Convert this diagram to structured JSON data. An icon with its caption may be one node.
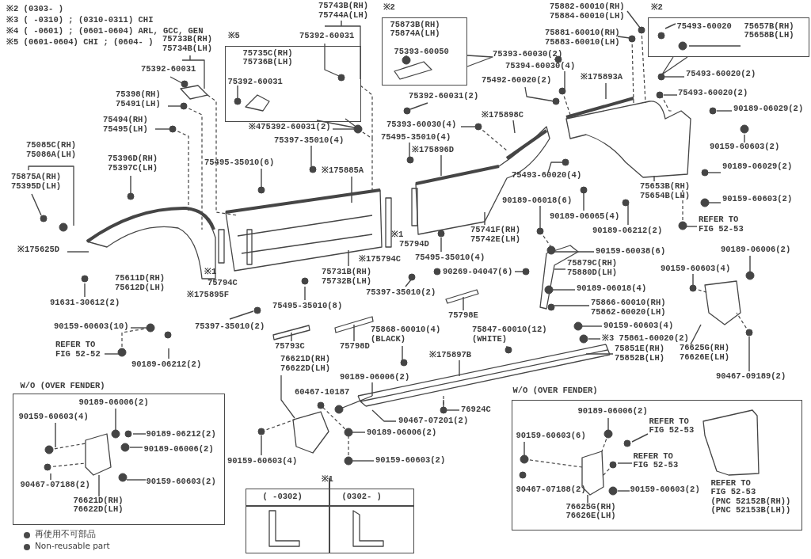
{
  "diagram": {
    "nodes": [
      {
        "text": [
          "※5",
          "75735C(RH) 75736B(LH)",
          "75392-60031"
        ]
      },
      {
        "text": [
          "※2",
          "75873B(RH) 75874A(LH)",
          "75393-60050"
        ]
      },
      {
        "text": [
          "※2",
          "75493-60020",
          "75657B(RH) 75658B(LH)"
        ]
      },
      {
        "text": [
          "W/O (OVER FENDER)",
          "90189-06006(2)",
          "90159-60603(4)",
          "90189-06212(2)",
          "90189-06006(2)",
          "90467-07188(2)",
          "90159-60603(2)",
          "76621D(RH) 76622D(LH)"
        ]
      },
      {
        "text": [
          "W/O (OVER FENDER)",
          "90189-06006(2)",
          "REFER TO FIG 52-53",
          "90159-60603(6)",
          "REFER TO FIG 52-53",
          "90467-07188(2)",
          "90159-60603(2)",
          "76625G(RH) 76626E(LH)",
          "REFER TO FIG 52-53 (PNC 52152B(RH)) (PNC 52153B(LH))"
        ]
      },
      {
        "text": [
          "※1",
          "( -0302)",
          "(0302- )"
        ]
      }
    ],
    "labels": [
      "※2 (0303- )",
      "※3 ( -0310) ; (0310-0311) CHI",
      "※4 ( -0601) ; (0601-0604) ARL, GCC, GEN",
      "※5 (0601-0604) CHI ; (0604- )",
      "75733B(RH) 75734B(LH)",
      "75392-60031",
      "75398(RH) 75491(LH)",
      "75494(RH) 75495(LH)",
      "75085C(RH) 75086A(LH)",
      "75396D(RH) 75397C(LH)",
      "75875A(RH) 75395D(LH)",
      "※175625D",
      "75611D(RH) 75612D(LH)",
      "91631-30612(2)",
      "90159-60603(10)",
      "REFER TO FIG 52-52",
      "90189-06212(2)",
      "※175895F",
      "※1",
      "75794C",
      "75397-35010(2)",
      "75743B(RH) 75744A(LH)",
      "75392-60031",
      "※475392-60031(2)",
      "75397-35010(4)",
      "75495-35010(6)",
      "※175885A",
      "75392-60031(2)",
      "75393-60030(4)",
      "75495-35010(4)",
      "※175896D",
      "※175898C",
      "75741F(RH) 75742E(LH)",
      "※1",
      "75794D",
      "※175794C",
      "75495-35010(4)",
      "75731B(RH) 75732B(LH)",
      "90269-04047(6)",
      "75495-35010(8)",
      "75397-35010(2)",
      "75798E",
      "75793C",
      "75798D",
      "75868-60010(4) (BLACK)",
      "75847-60010(12) (WHITE)",
      "※175897B",
      "76621D(RH) 76622D(LH)",
      "90189-06006(2)",
      "60467-10187",
      "76924C",
      "90467-07201(2)",
      "90189-06006(2)",
      "90159-60603(4)",
      "90159-60603(2)",
      "75882-60010(RH) 75884-60010(LH)",
      "75881-60010(RH) 75883-60010(LH)",
      "75393-60030(2)",
      "75394-60030(4)",
      "75492-60020(2)",
      "※175893A",
      "75493-60020(2)",
      "75493-60020(2)",
      "90189-06029(2)",
      "90159-60603(2)",
      "90189-06029(2)",
      "90159-60603(2)",
      "75653B(RH) 75654B(LH)",
      "REFER TO FIG 52-53",
      "75493-60020(4)",
      "90189-06018(6)",
      "90189-06065(4)",
      "90189-06212(2)",
      "90159-60038(6)",
      "75879C(RH) 75880D(LH)",
      "90189-06006(2)",
      "90159-60603(4)",
      "90189-06018(4)",
      "75866-60010(RH) 75862-60020(LH)",
      "90159-60603(4)",
      "※3 75861-60020(2)",
      "75851E(RH) 75852B(LH)",
      "76625G(RH) 76626E(LH)",
      "90467-09189(2)"
    ],
    "legend": [
      {
        "text": "再使用不可部品"
      },
      {
        "text": "Non-reusable part"
      }
    ]
  }
}
